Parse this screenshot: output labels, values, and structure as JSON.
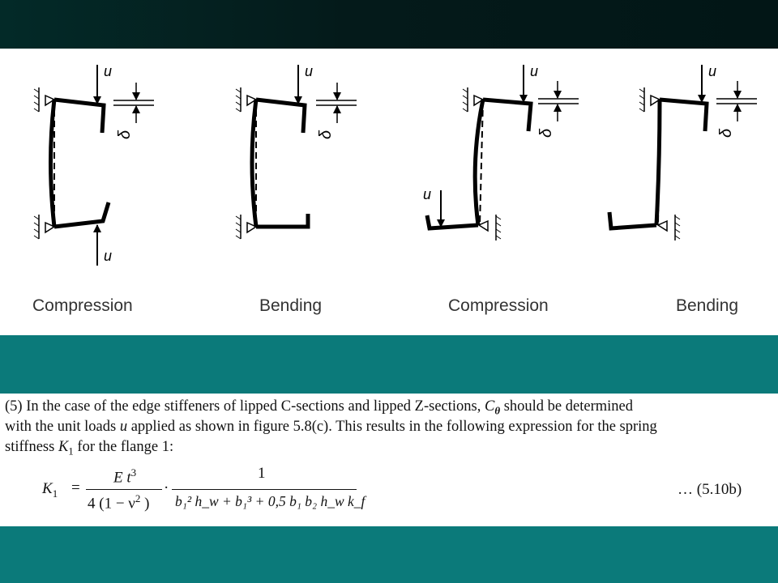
{
  "figure": {
    "labels": {
      "load": "u",
      "deflection": "δ"
    },
    "captions": [
      "Compression",
      "Bending",
      "Compression",
      "Bending"
    ]
  },
  "text": {
    "line1_a": "(5) In the case of the edge  stiffeners of lipped C-sections and lipped Z-sections, ",
    "line1_sym": "C",
    "line1_sub": "θ",
    "line1_b": "  should be determined",
    "line2_a": "with the unit loads  ",
    "line2_sym": "u",
    "line2_b": "  applied as shown in figure 5.8(c). This results in the following expression for the spring",
    "line3_a": "stiffness  ",
    "line3_sym": "K",
    "line3_sub": "1",
    "line3_b": "  for the flange 1:"
  },
  "formula": {
    "lhs": "K",
    "lhs_sub": "1",
    "eq": "=",
    "num1": "E t",
    "num1_sup": "3",
    "den1": "4 (1 − ν",
    "den1_sup": "2",
    "den1_end": " )",
    "dot": "·",
    "num2": "1",
    "den2": "b₁² h_w + b₁³ + 0,5 b₁ b₂ h_w k_f",
    "ref": "… (5.10b)"
  }
}
